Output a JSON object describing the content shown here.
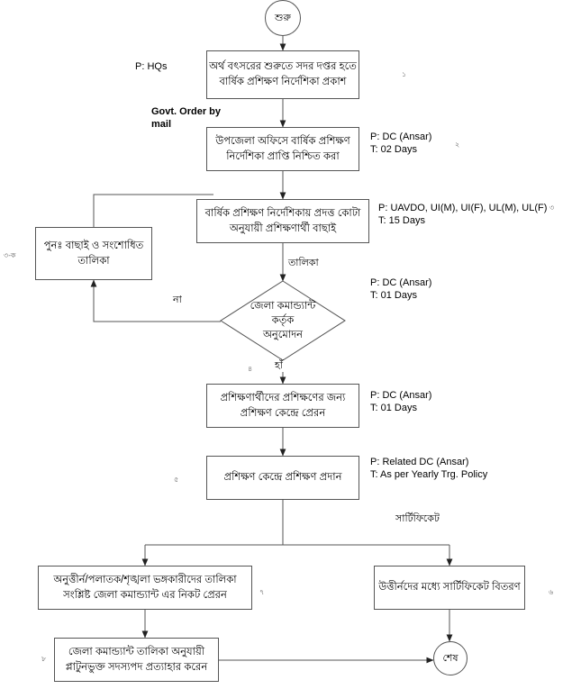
{
  "diagram": {
    "title": "Annual Training Process Flowchart (Bangla)",
    "start_label": "শুরু",
    "end_label": "শেষ",
    "nodes": {
      "publish_guideline": {
        "line1": "অর্থ বৎসরের শুরুতে সদর দপ্তর হতে",
        "line2": "বার্ষিক প্রশিক্ষণ নির্দেশিকা প্রকাশ"
      },
      "receive_guideline": {
        "line1": "উপজেলা অফিসে বার্ষিক প্রশিক্ষণ",
        "line2": "নির্দেশিকা প্রাপ্তি নিশ্চিত করা"
      },
      "select_trainees": {
        "line1": "বার্ষিক প্রশিক্ষণ নির্দেশিকায় প্রদত্ত কোটা",
        "line2": "অনুযায়ী প্রশিক্ষণার্থী বাছাই"
      },
      "reselect_list": {
        "line1": "পুনঃ  বাছাই ও সংশোধিত",
        "line2": "তালিকা"
      },
      "approval_decision": {
        "line1": "জেলা কমান্ড্যান্ট",
        "line2": "কর্তৃক",
        "line3": "অনুমোদন"
      },
      "send_to_center": {
        "line1": "প্রশিক্ষণার্থীদের প্রশিক্ষণের জন্য",
        "line2": "প্রশিক্ষণ কেন্দ্রে প্রেরন"
      },
      "provide_training": {
        "line1": "প্রশিক্ষণ কেন্দ্রে প্রশিক্ষণ প্রদান"
      },
      "failed_list": {
        "line1": "অনুত্তীর্ন/পলাতক/শৃঙ্খলা ভঙ্গকারীদের তালিকা",
        "line2": "সংশ্লিষ্ট জেলা কমান্ড্যান্ট এর নিকট প্রেরন"
      },
      "distribute_certificate": {
        "line1": "উত্তীর্নদের মধ্যে সার্টিফিকেট বিতরণ"
      },
      "withdraw_membership": {
        "line1": "জেলা কমান্ড্যান্ট তালিকা অনুযায়ী",
        "line2": "প্লাটুনভুক্ত সদস্যপদ প্রত্যাহার করেন"
      }
    },
    "notes": {
      "hq": "P: HQs",
      "govt_order": "Govt. Order by\nmail",
      "dc_ansar_2days": "P: DC (Ansar)\nT: 02 Days",
      "uavdo_15days": "P: UAVDO, UI(M), UI(F), UL(M), UL(F)\nT: 15 Days",
      "dc_ansar_1day_decision": "P: DC (Ansar)\nT: 01 Days",
      "dc_ansar_1day_send": "P: DC (Ansar)\nT: 01 Days",
      "related_dc_policy": "P: Related DC (Ansar)\nT: As per Yearly Trg. Policy"
    },
    "edge_labels": {
      "list": "তালিকা",
      "no": "না",
      "yes": "হাঁ",
      "certificate": "সার্টিফিকেট"
    },
    "margin_numbers": {
      "n1": "১",
      "n2": "২",
      "n3": "৩",
      "n3a": "৩-ক",
      "n4": "৪",
      "n5": "৫",
      "n6": "৬",
      "n7": "৭",
      "n8": "৮"
    },
    "colors": {
      "stroke": "#555555",
      "background": "#ffffff",
      "text": "#000000"
    }
  }
}
